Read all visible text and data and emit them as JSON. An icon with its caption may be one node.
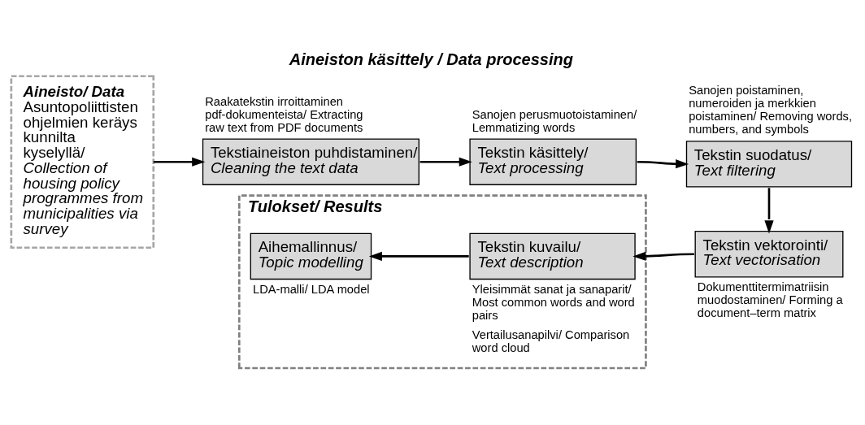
{
  "diagram": {
    "title": "Aineiston käsittely / Data processing",
    "nodes": [
      {
        "text": [
          "Aineisto/ Data",
          "Asuntopoliittisten ohjelmien keräys kunnilta kyselyllä/",
          "Collection of housing policy programmes from municipalities via survey"
        ]
      },
      {
        "text": [
          "Tekstiaineiston puhdistaminen/",
          "Cleaning the text data"
        ],
        "beside": [
          "Raakatekstin irroittaminen pdf-dokumenteista/ Extracting raw text from PDF documents"
        ]
      },
      {
        "text": [
          "Tekstin käsittely/",
          "Text processing"
        ],
        "beside": [
          "Sanojen perusmuotoistaminen/ Lemmatizing words"
        ]
      },
      {
        "text": [
          "Tekstin suodatus/",
          "Text filtering"
        ],
        "beside": [
          "Sanojen poistaminen, numeroiden ja merkkien poistaminen/ Removing words, numbers, and symbols"
        ]
      },
      {
        "text": [
          "Tulokset/ Results"
        ]
      },
      {
        "text": [
          "Aihemallinnus/",
          "Topic modelling"
        ],
        "in": 4,
        "beside": [
          "LDA-malli/ LDA model"
        ]
      },
      {
        "text": [
          "Tekstin kuvailu/",
          "Text description"
        ],
        "in": 4,
        "beside": [
          "Yleisimmät sanat ja sanaparit/ Most common words and word pairs",
          "Vertailusanapilvi/ Comparison word cloud"
        ]
      },
      {
        "text": [
          "Tekstin vektorointi/",
          "Text vectorisation"
        ],
        "beside": [
          "Dokumenttitermimatriisin muodostaminen/ Forming a document–term matrix"
        ]
      }
    ],
    "edges": [
      {
        "from": 0,
        "to": 1,
        "arrow": "to"
      },
      {
        "from": 1,
        "to": 2,
        "arrow": "to"
      },
      {
        "from": 2,
        "to": 3,
        "arrow": "to"
      },
      {
        "from": 3,
        "to": 7,
        "arrow": "to"
      },
      {
        "from": 7,
        "to": 6,
        "arrow": "to"
      },
      {
        "from": 6,
        "to": 5,
        "arrow": "to"
      }
    ]
  }
}
